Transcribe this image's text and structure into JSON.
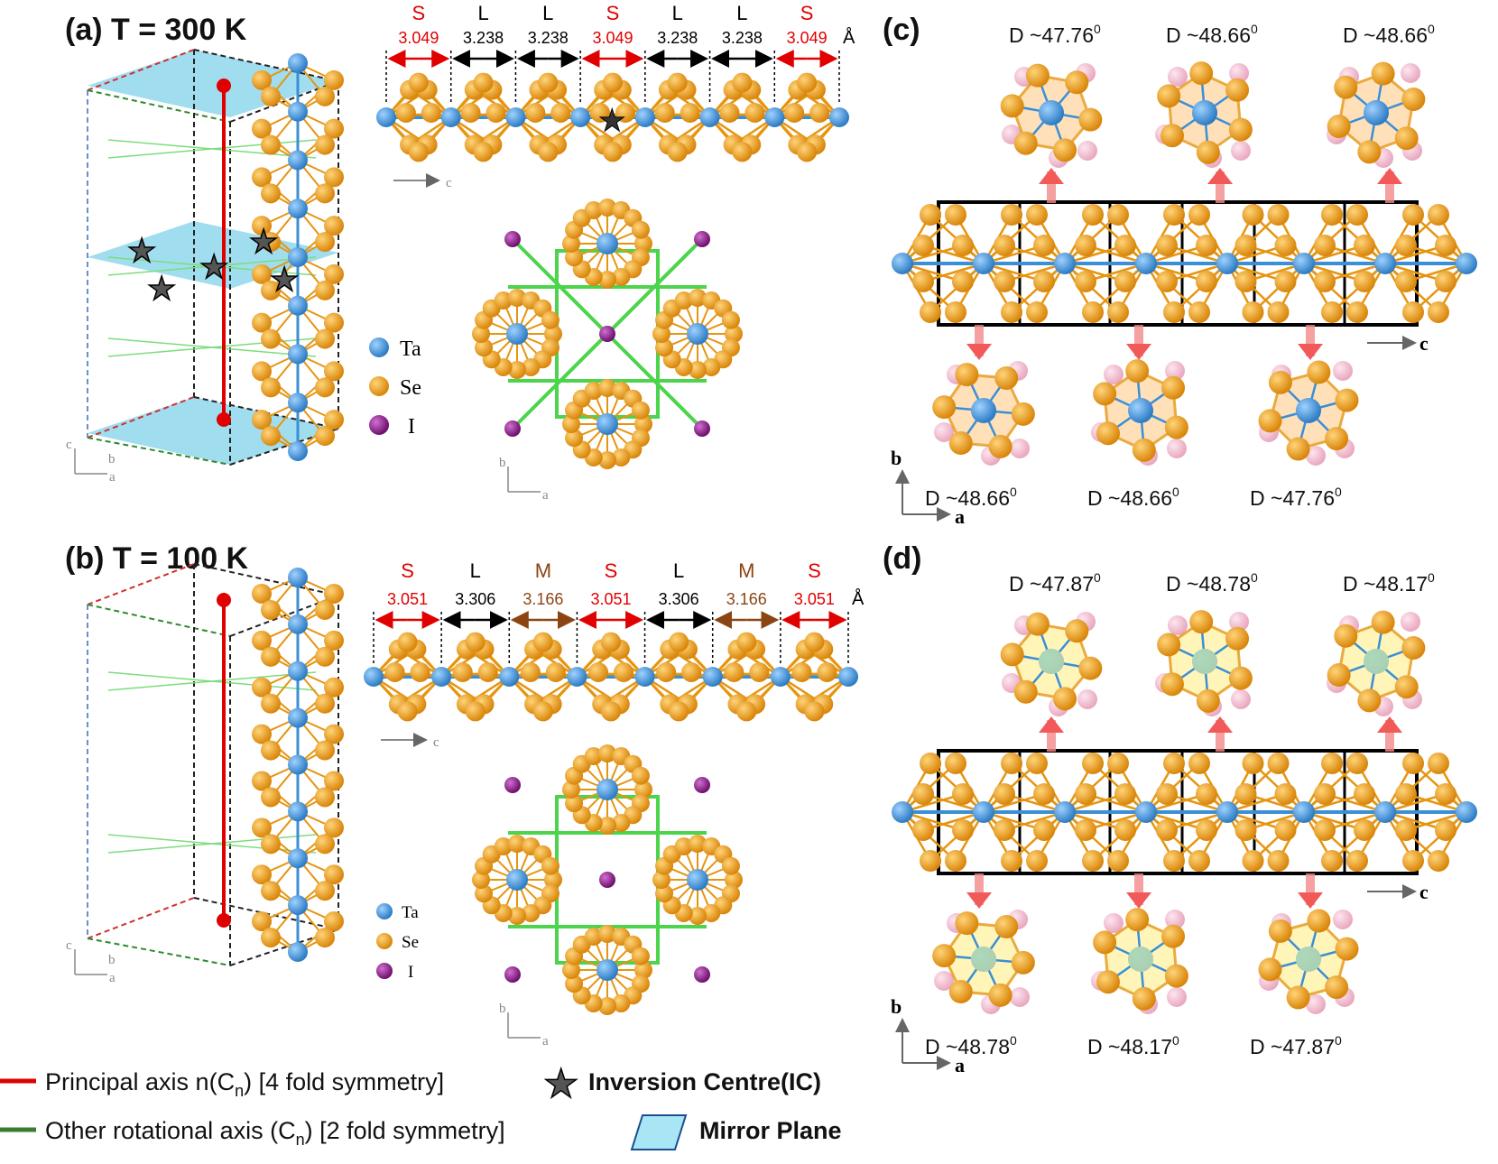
{
  "panels": {
    "a": {
      "title": "(a) T = 300 K",
      "bonds": [
        {
          "type": "S",
          "value": "3.049"
        },
        {
          "type": "L",
          "value": "3.238"
        },
        {
          "type": "L",
          "value": "3.238"
        },
        {
          "type": "S",
          "value": "3.049"
        },
        {
          "type": "L",
          "value": "3.238"
        },
        {
          "type": "L",
          "value": "3.238"
        },
        {
          "type": "S",
          "value": "3.049"
        }
      ],
      "unit": "Å"
    },
    "b": {
      "title": "(b) T = 100 K",
      "bonds": [
        {
          "type": "S",
          "value": "3.051"
        },
        {
          "type": "L",
          "value": "3.306"
        },
        {
          "type": "M",
          "value": "3.166"
        },
        {
          "type": "S",
          "value": "3.051"
        },
        {
          "type": "L",
          "value": "3.306"
        },
        {
          "type": "M",
          "value": "3.166"
        },
        {
          "type": "S",
          "value": "3.051"
        }
      ],
      "unit": "Å"
    },
    "c": {
      "title": "(c)",
      "top_angles": [
        "D ~47.76",
        "D ~48.66",
        "D ~48.66"
      ],
      "bottom_angles": [
        "D ~48.66",
        "D ~48.66",
        "D ~47.76"
      ],
      "degree": "0"
    },
    "d": {
      "title": "(d)",
      "top_angles": [
        "D ~47.87",
        "D ~48.78",
        "D ~48.17"
      ],
      "bottom_angles": [
        "D ~48.78",
        "D ~48.17",
        "D ~47.87"
      ],
      "degree": "0"
    }
  },
  "atom_legend": {
    "ta": "Ta",
    "se": "Se",
    "i": "I"
  },
  "axes": {
    "a": "a",
    "b": "b",
    "c": "c"
  },
  "legend": {
    "principal_axis": "Principal axis n(C",
    "principal_sub": "n",
    "principal_tail": ") [4 fold symmetry]",
    "inversion": "Inversion Centre(IC)",
    "other_axis": "Other rotational axis (C",
    "other_sub": "n",
    "other_tail": ") [2 fold symmetry]",
    "mirror": "Mirror Plane"
  },
  "colors": {
    "ta": "#3a8fd6",
    "se": "#e6950f",
    "i": "#8b1a8b",
    "pink": "#f2b6cc",
    "short": "#e00000",
    "long": "#000000",
    "medium": "#8b4513",
    "principal": "#e00000",
    "rotational": "#2e7d32",
    "mirror": "#7fd3ea"
  }
}
